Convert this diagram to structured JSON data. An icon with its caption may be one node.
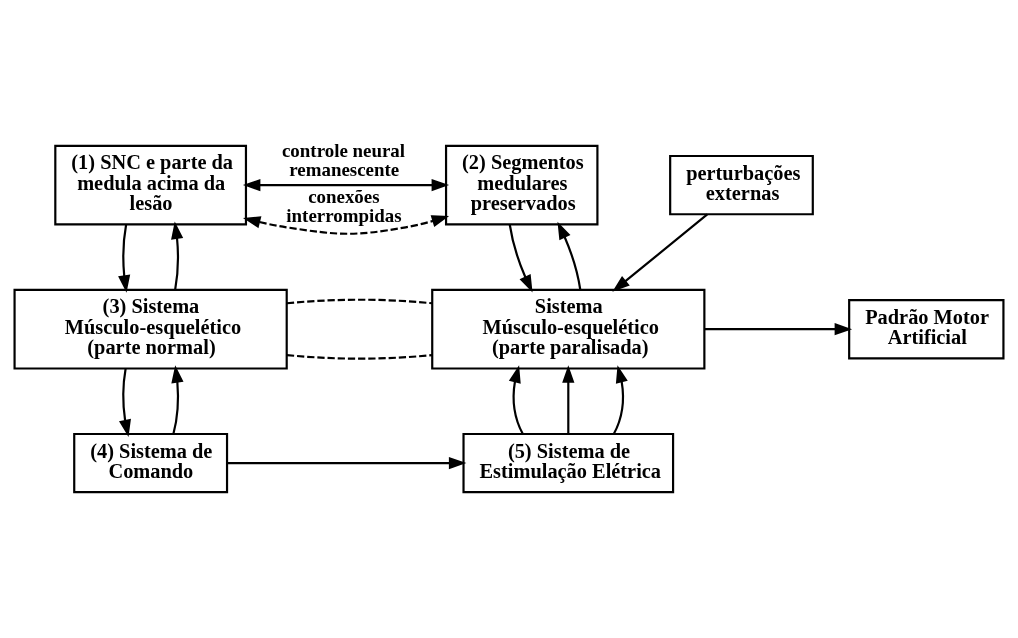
{
  "diagram": {
    "nodes": [
      {
        "text": [
          "(1) SNC e parte da medula acima da lesão"
        ]
      },
      {
        "text": [
          "(2) Segmentos medulares preservados"
        ]
      },
      {
        "text": [
          "perturbações externas"
        ]
      },
      {
        "text": [
          "(3) Sistema Músculo-esquelético (parte normal)"
        ]
      },
      {
        "text": [
          "Sistema Músculo-esquelético (parte paralisada)"
        ]
      },
      {
        "text": [
          "Padrão Motor Artificial"
        ]
      },
      {
        "text": [
          "(4) Sistema de Comando"
        ]
      },
      {
        "text": [
          "(5) Sistema de Estimulação Elétrica"
        ]
      }
    ],
    "edges": [
      {
        "from": 0,
        "to": 1,
        "arrow": "both",
        "label": "controle neural remanescente"
      },
      {
        "from": 0,
        "to": 1,
        "arrow": "both",
        "style": "dashed",
        "label": "conexões interrompidas"
      },
      {
        "from": 0,
        "to": 3,
        "arrow": "to"
      },
      {
        "from": 3,
        "to": 0,
        "arrow": "to"
      },
      {
        "from": 4,
        "to": 1,
        "arrow": "to"
      },
      {
        "from": 1,
        "to": 4,
        "arrow": "to"
      },
      {
        "from": 2,
        "to": 4,
        "arrow": "to"
      },
      {
        "from": 3,
        "to": 4,
        "arrow": "none",
        "style": "dashed"
      },
      {
        "from": 3,
        "to": 4,
        "arrow": "none",
        "style": "dashed"
      },
      {
        "from": 4,
        "to": 5,
        "arrow": "to"
      },
      {
        "from": 3,
        "to": 6,
        "arrow": "to"
      },
      {
        "from": 6,
        "to": 3,
        "arrow": "to"
      },
      {
        "from": 6,
        "to": 7,
        "arrow": "to"
      },
      {
        "from": 7,
        "to": 4,
        "arrow": "to"
      },
      {
        "from": 7,
        "to": 4,
        "arrow": "to"
      },
      {
        "from": 7,
        "to": 4,
        "arrow": "to"
      }
    ]
  }
}
